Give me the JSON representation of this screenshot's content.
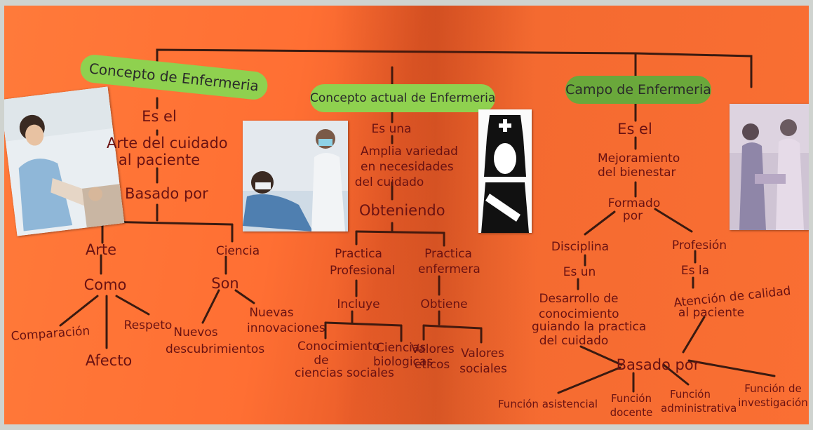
{
  "titles": {
    "left": "Concepto de Enfermeria",
    "middle": "Concepto actual de Enfermeria",
    "right": "Campo de Enfermeria"
  },
  "left": {
    "es_el": "Es el",
    "arte_cuidado": [
      "Arte del cuidado",
      "al paciente"
    ],
    "basado_por": "Basado por",
    "arte": "Arte",
    "ciencia": "Ciencia",
    "como": "Como",
    "son": "Son",
    "comparacion": "Comparación",
    "afecto": "Afecto",
    "respeto": "Respeto",
    "nuevos_descubrimientos": [
      "Nuevos",
      "descubrimientos"
    ],
    "nuevas_innovaciones": [
      "Nuevas",
      "innovaciones"
    ]
  },
  "middle": {
    "es_una": "Es una",
    "amplia": [
      "Amplia variedad",
      "en necesidades",
      "del cuidado"
    ],
    "obteniendo": "Obteniendo",
    "practica_profesional": [
      "Practica",
      "Profesional"
    ],
    "practica_enfermera": [
      "Practica",
      "enfermera"
    ],
    "incluye": "Incluye",
    "obtiene": "Obtiene",
    "conocimiento": [
      "Conocimiento",
      "de",
      "ciencias sociales"
    ],
    "ciencias_biologicas": [
      "Ciencias",
      "biologicas"
    ],
    "valores_eticos": [
      "Valores",
      "eticos"
    ],
    "valores_sociales": [
      "Valores",
      "sociales"
    ]
  },
  "right": {
    "es_el": "Es el",
    "mejoramiento": [
      "Mejoramiento",
      "del bienestar"
    ],
    "formado_por": [
      "Formado",
      "por"
    ],
    "disciplina": "Disciplina",
    "profesion": "Profesión",
    "es_un": "Es un",
    "es_la": "Es la",
    "desarrollo": [
      "Desarrollo de",
      "conocimiento",
      "guiando la practica",
      "del cuidado"
    ],
    "atencion": [
      "Atención de calidad",
      "al paciente"
    ],
    "basado_por": "Basado por",
    "funcion_asistencial": "Función asistencial",
    "funcion_docente": [
      "Función",
      "docente"
    ],
    "funcion_administrativa": [
      "Función",
      "administrativa"
    ],
    "funcion_investigacion": [
      "Función de",
      "investigación"
    ]
  },
  "colors": {
    "paper": "#ff7a3a",
    "green_pill": "#8fd14f",
    "ink": "#6a1212"
  }
}
